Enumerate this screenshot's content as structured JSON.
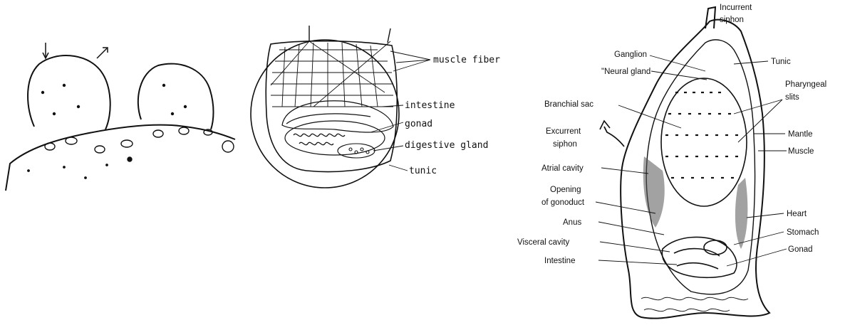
{
  "figure_middle": {
    "labels": {
      "muscle_fiber": "muscle fiber",
      "intestine": "intestine",
      "gonad": "gonad",
      "digestive_gland": "digestive gland",
      "tunic": "tunic"
    }
  },
  "figure_right": {
    "labels": {
      "incurrent_siphon_1": "Incurrent",
      "incurrent_siphon_2": "siphon",
      "ganglion": "Ganglion",
      "neural_gland": "\"Neural gland",
      "tunic": "Tunic",
      "pharyngeal_slits_1": "Pharyngeal",
      "pharyngeal_slits_2": "slits",
      "branchial_sac": "Branchial sac",
      "excurrent_siphon_1": "Excurrent",
      "excurrent_siphon_2": "siphon",
      "mantle": "Mantle",
      "muscle": "Muscle",
      "atrial_cavity": "Atrial cavity",
      "opening_gonoduct_1": "Opening",
      "opening_gonoduct_2": "of gonoduct",
      "heart": "Heart",
      "anus": "Anus",
      "stomach": "Stomach",
      "visceral_cavity": "Visceral cavity",
      "gonad": "Gonad",
      "intestine": "Intestine"
    }
  }
}
